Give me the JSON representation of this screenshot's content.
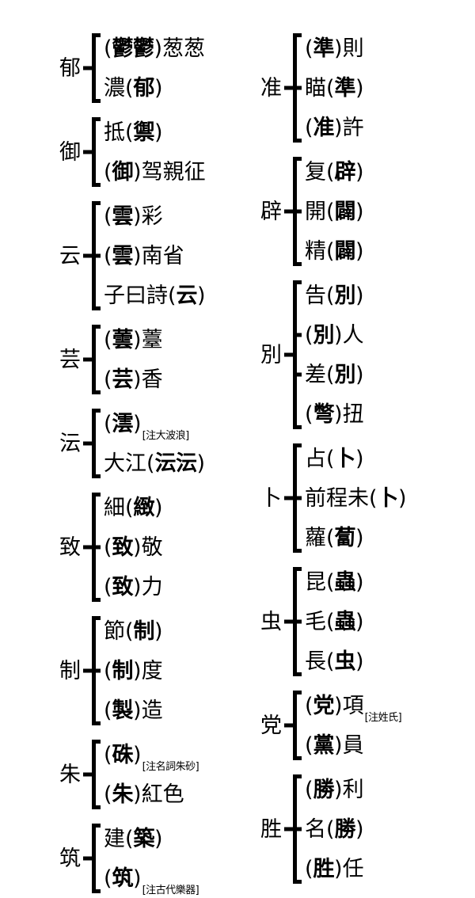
{
  "document": {
    "type": "chinese-variant-character-reference-chart",
    "background_color": "#ffffff",
    "text_color": "#000000"
  },
  "columns": [
    {
      "id": "left",
      "groups": [
        {
          "headword": "郁",
          "entries": [
            {
              "parts": [
                {
                  "t": "plain",
                  "v": "("
                },
                {
                  "t": "target",
                  "v": "鬱鬱"
                },
                {
                  "t": "plain",
                  "v": ")葱葱"
                }
              ],
              "note": ""
            },
            {
              "parts": [
                {
                  "t": "plain",
                  "v": "濃("
                },
                {
                  "t": "target",
                  "v": "郁"
                },
                {
                  "t": "plain",
                  "v": ")"
                }
              ],
              "note": ""
            }
          ]
        },
        {
          "headword": "御",
          "entries": [
            {
              "parts": [
                {
                  "t": "plain",
                  "v": "抵("
                },
                {
                  "t": "target",
                  "v": "禦"
                },
                {
                  "t": "plain",
                  "v": ")"
                }
              ],
              "note": ""
            },
            {
              "parts": [
                {
                  "t": "plain",
                  "v": "("
                },
                {
                  "t": "target",
                  "v": "御"
                },
                {
                  "t": "plain",
                  "v": ")驾親征"
                }
              ],
              "note": ""
            }
          ]
        },
        {
          "headword": "云",
          "entries": [
            {
              "parts": [
                {
                  "t": "plain",
                  "v": "("
                },
                {
                  "t": "target",
                  "v": "雲"
                },
                {
                  "t": "plain",
                  "v": ")彩"
                }
              ],
              "note": ""
            },
            {
              "parts": [
                {
                  "t": "plain",
                  "v": "("
                },
                {
                  "t": "target",
                  "v": "雲"
                },
                {
                  "t": "plain",
                  "v": ")南省"
                }
              ],
              "note": ""
            },
            {
              "parts": [
                {
                  "t": "plain",
                  "v": "子曰詩("
                },
                {
                  "t": "target",
                  "v": "云"
                },
                {
                  "t": "plain",
                  "v": ")"
                }
              ],
              "note": ""
            }
          ]
        },
        {
          "headword": "芸",
          "entries": [
            {
              "parts": [
                {
                  "t": "plain",
                  "v": "("
                },
                {
                  "t": "target",
                  "v": "蕓"
                },
                {
                  "t": "plain",
                  "v": ")薹"
                }
              ],
              "note": ""
            },
            {
              "parts": [
                {
                  "t": "plain",
                  "v": "("
                },
                {
                  "t": "target",
                  "v": "芸"
                },
                {
                  "t": "plain",
                  "v": ")香"
                }
              ],
              "note": ""
            }
          ]
        },
        {
          "headword": "沄",
          "entries": [
            {
              "parts": [
                {
                  "t": "plain",
                  "v": "("
                },
                {
                  "t": "target",
                  "v": "澐"
                },
                {
                  "t": "plain",
                  "v": ")"
                }
              ],
              "note": "[注大波浪]"
            },
            {
              "parts": [
                {
                  "t": "plain",
                  "v": "大江("
                },
                {
                  "t": "target",
                  "v": "沄沄"
                },
                {
                  "t": "plain",
                  "v": ")"
                }
              ],
              "note": ""
            }
          ]
        },
        {
          "headword": "致",
          "entries": [
            {
              "parts": [
                {
                  "t": "plain",
                  "v": "細("
                },
                {
                  "t": "target",
                  "v": "緻"
                },
                {
                  "t": "plain",
                  "v": ")"
                }
              ],
              "note": ""
            },
            {
              "parts": [
                {
                  "t": "plain",
                  "v": "("
                },
                {
                  "t": "target",
                  "v": "致"
                },
                {
                  "t": "plain",
                  "v": ")敬"
                }
              ],
              "note": ""
            },
            {
              "parts": [
                {
                  "t": "plain",
                  "v": "("
                },
                {
                  "t": "target",
                  "v": "致"
                },
                {
                  "t": "plain",
                  "v": ")力"
                }
              ],
              "note": ""
            }
          ]
        },
        {
          "headword": "制",
          "entries": [
            {
              "parts": [
                {
                  "t": "plain",
                  "v": "節("
                },
                {
                  "t": "target",
                  "v": "制"
                },
                {
                  "t": "plain",
                  "v": ")"
                }
              ],
              "note": ""
            },
            {
              "parts": [
                {
                  "t": "plain",
                  "v": "("
                },
                {
                  "t": "target",
                  "v": "制"
                },
                {
                  "t": "plain",
                  "v": ")度"
                }
              ],
              "note": ""
            },
            {
              "parts": [
                {
                  "t": "plain",
                  "v": "("
                },
                {
                  "t": "target",
                  "v": "製"
                },
                {
                  "t": "plain",
                  "v": ")造"
                }
              ],
              "note": ""
            }
          ]
        },
        {
          "headword": "朱",
          "entries": [
            {
              "parts": [
                {
                  "t": "plain",
                  "v": "("
                },
                {
                  "t": "target",
                  "v": "硃"
                },
                {
                  "t": "plain",
                  "v": ")"
                }
              ],
              "note": "[注名詞朱砂]"
            },
            {
              "parts": [
                {
                  "t": "plain",
                  "v": "("
                },
                {
                  "t": "target",
                  "v": "朱"
                },
                {
                  "t": "plain",
                  "v": ")紅色"
                }
              ],
              "note": ""
            }
          ]
        },
        {
          "headword": "筑",
          "entries": [
            {
              "parts": [
                {
                  "t": "plain",
                  "v": "建("
                },
                {
                  "t": "target",
                  "v": "築"
                },
                {
                  "t": "plain",
                  "v": ")"
                }
              ],
              "note": ""
            },
            {
              "parts": [
                {
                  "t": "plain",
                  "v": "("
                },
                {
                  "t": "target",
                  "v": "筑"
                },
                {
                  "t": "plain",
                  "v": ")"
                }
              ],
              "note": "[注古代樂器]"
            }
          ]
        }
      ]
    },
    {
      "id": "right",
      "groups": [
        {
          "headword": "准",
          "entries": [
            {
              "parts": [
                {
                  "t": "plain",
                  "v": "("
                },
                {
                  "t": "target",
                  "v": "準"
                },
                {
                  "t": "plain",
                  "v": ")則"
                }
              ],
              "note": ""
            },
            {
              "parts": [
                {
                  "t": "plain",
                  "v": "瞄("
                },
                {
                  "t": "target",
                  "v": "準"
                },
                {
                  "t": "plain",
                  "v": ")"
                }
              ],
              "note": ""
            },
            {
              "parts": [
                {
                  "t": "plain",
                  "v": "("
                },
                {
                  "t": "target",
                  "v": "准"
                },
                {
                  "t": "plain",
                  "v": ")許"
                }
              ],
              "note": ""
            }
          ]
        },
        {
          "headword": "辟",
          "entries": [
            {
              "parts": [
                {
                  "t": "plain",
                  "v": "复("
                },
                {
                  "t": "target",
                  "v": "辟"
                },
                {
                  "t": "plain",
                  "v": ")"
                }
              ],
              "note": ""
            },
            {
              "parts": [
                {
                  "t": "plain",
                  "v": "開("
                },
                {
                  "t": "target",
                  "v": "闢"
                },
                {
                  "t": "plain",
                  "v": ")"
                }
              ],
              "note": ""
            },
            {
              "parts": [
                {
                  "t": "plain",
                  "v": "精("
                },
                {
                  "t": "target",
                  "v": "闢"
                },
                {
                  "t": "plain",
                  "v": ")"
                }
              ],
              "note": ""
            }
          ]
        },
        {
          "headword": "別",
          "entries": [
            {
              "parts": [
                {
                  "t": "plain",
                  "v": "告("
                },
                {
                  "t": "target",
                  "v": "別"
                },
                {
                  "t": "plain",
                  "v": ")"
                }
              ],
              "note": ""
            },
            {
              "parts": [
                {
                  "t": "plain",
                  "v": "("
                },
                {
                  "t": "target",
                  "v": "別"
                },
                {
                  "t": "plain",
                  "v": ")人"
                }
              ],
              "note": ""
            },
            {
              "parts": [
                {
                  "t": "plain",
                  "v": "差("
                },
                {
                  "t": "target",
                  "v": "別"
                },
                {
                  "t": "plain",
                  "v": ")"
                }
              ],
              "note": ""
            },
            {
              "parts": [
                {
                  "t": "plain",
                  "v": "("
                },
                {
                  "t": "target",
                  "v": "彆"
                },
                {
                  "t": "plain",
                  "v": ")扭"
                }
              ],
              "note": ""
            }
          ]
        },
        {
          "headword": "卜",
          "entries": [
            {
              "parts": [
                {
                  "t": "plain",
                  "v": "占("
                },
                {
                  "t": "target",
                  "v": "卜"
                },
                {
                  "t": "plain",
                  "v": ")"
                }
              ],
              "note": ""
            },
            {
              "parts": [
                {
                  "t": "plain",
                  "v": "前程未("
                },
                {
                  "t": "target",
                  "v": "卜"
                },
                {
                  "t": "plain",
                  "v": ")"
                }
              ],
              "note": ""
            },
            {
              "parts": [
                {
                  "t": "plain",
                  "v": "蘿("
                },
                {
                  "t": "target",
                  "v": "蔔"
                },
                {
                  "t": "plain",
                  "v": ")"
                }
              ],
              "note": ""
            }
          ]
        },
        {
          "headword": "虫",
          "entries": [
            {
              "parts": [
                {
                  "t": "plain",
                  "v": "昆("
                },
                {
                  "t": "target",
                  "v": "蟲"
                },
                {
                  "t": "plain",
                  "v": ")"
                }
              ],
              "note": ""
            },
            {
              "parts": [
                {
                  "t": "plain",
                  "v": "毛("
                },
                {
                  "t": "target",
                  "v": "蟲"
                },
                {
                  "t": "plain",
                  "v": ")"
                }
              ],
              "note": ""
            },
            {
              "parts": [
                {
                  "t": "plain",
                  "v": "長("
                },
                {
                  "t": "target",
                  "v": "虫"
                },
                {
                  "t": "plain",
                  "v": ")"
                }
              ],
              "note": ""
            }
          ]
        },
        {
          "headword": "党",
          "entries": [
            {
              "parts": [
                {
                  "t": "plain",
                  "v": "("
                },
                {
                  "t": "target",
                  "v": "党"
                },
                {
                  "t": "plain",
                  "v": ")項"
                }
              ],
              "note": "[注姓氏]"
            },
            {
              "parts": [
                {
                  "t": "plain",
                  "v": "("
                },
                {
                  "t": "target",
                  "v": "黨"
                },
                {
                  "t": "plain",
                  "v": ")員"
                }
              ],
              "note": ""
            }
          ]
        },
        {
          "headword": "胜",
          "entries": [
            {
              "parts": [
                {
                  "t": "plain",
                  "v": "("
                },
                {
                  "t": "target",
                  "v": "勝"
                },
                {
                  "t": "plain",
                  "v": ")利"
                }
              ],
              "note": ""
            },
            {
              "parts": [
                {
                  "t": "plain",
                  "v": "名("
                },
                {
                  "t": "target",
                  "v": "勝"
                },
                {
                  "t": "plain",
                  "v": ")"
                }
              ],
              "note": ""
            },
            {
              "parts": [
                {
                  "t": "plain",
                  "v": "("
                },
                {
                  "t": "target",
                  "v": "胜"
                },
                {
                  "t": "plain",
                  "v": ")任"
                }
              ],
              "note": ""
            }
          ]
        }
      ]
    }
  ]
}
